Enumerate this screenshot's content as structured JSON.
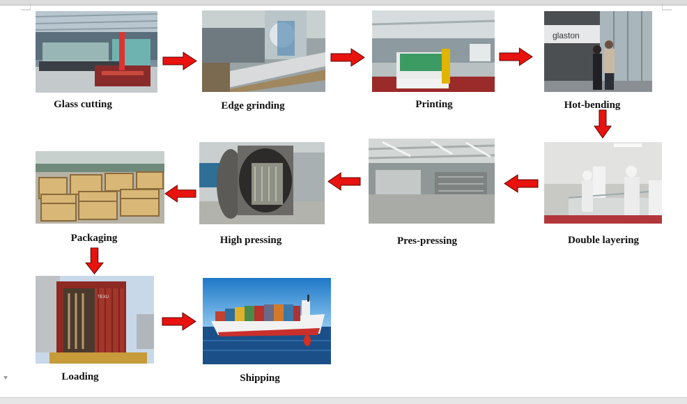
{
  "flow": {
    "steps": [
      {
        "id": "glass-cutting",
        "label": "Glass cutting"
      },
      {
        "id": "edge-grinding",
        "label": "Edge grinding"
      },
      {
        "id": "printing",
        "label": "Printing"
      },
      {
        "id": "hot-bending",
        "label": "Hot-bending"
      },
      {
        "id": "double-layering",
        "label": "Double layering"
      },
      {
        "id": "pres-pressing",
        "label": "Pres-pressing"
      },
      {
        "id": "high-pressing",
        "label": "High pressing"
      },
      {
        "id": "packaging",
        "label": "Packaging"
      },
      {
        "id": "loading",
        "label": "Loading"
      },
      {
        "id": "shipping",
        "label": "Shipping"
      }
    ],
    "photo_text": {
      "glaston_sign": "glaston",
      "container_label": "TEXU"
    },
    "colors": {
      "arrow": "#e8130f",
      "arrow_outline": "#5a0000",
      "caption": "#111111"
    }
  }
}
